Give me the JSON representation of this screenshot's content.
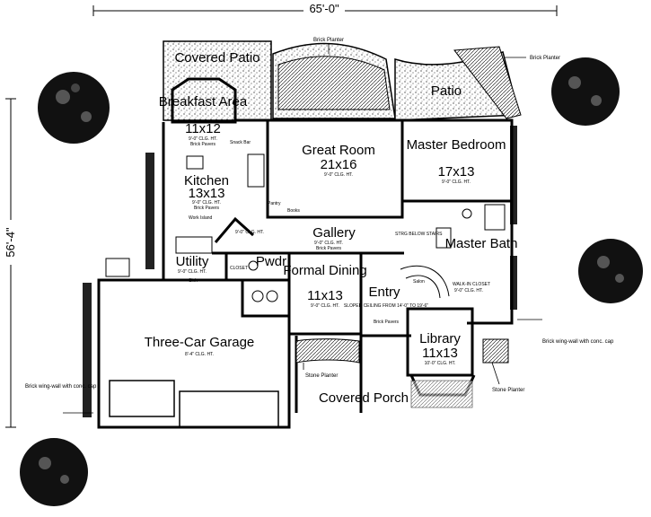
{
  "dimensions": {
    "width": "65'-0\"",
    "depth": "56'-4\""
  },
  "rooms": [
    {
      "id": "covered-patio-top",
      "name": "Covered Patio"
    },
    {
      "id": "patio",
      "name": "Patio"
    },
    {
      "id": "breakfast",
      "name": "Breakfast Area",
      "size": "11x12",
      "ceiling": "9'-0\" CLG. HT.",
      "floor": "Brick Pavers"
    },
    {
      "id": "kitchen",
      "name": "Kitchen",
      "size": "13x13",
      "ceiling": "9'-0\" CLG. HT.",
      "floor": "Brick Pavers"
    },
    {
      "id": "great-room",
      "name": "Great Room",
      "size": "21x16",
      "ceiling": "9'-0\" CLG. HT."
    },
    {
      "id": "master-bedroom",
      "name": "Master Bedroom",
      "size": "17x13",
      "ceiling": "9'-0\" CLG. HT."
    },
    {
      "id": "gallery",
      "name": "Gallery",
      "ceiling": "9'-0\" CLG. HT.",
      "floor": "Brick Pavers"
    },
    {
      "id": "master-bath",
      "name": "Master Bath"
    },
    {
      "id": "utility",
      "name": "Utility",
      "ceiling": "9'-0\" CLG. HT."
    },
    {
      "id": "pwdr",
      "name": "Pwdr"
    },
    {
      "id": "formal-dining",
      "name": "Formal Dining",
      "size": "11x13",
      "ceiling": "9'-0\" CLG. HT."
    },
    {
      "id": "entry",
      "name": "Entry",
      "ceiling": "SLOPED CEILING FROM 14'-0\" TO 19'-6\"",
      "floor": "Brick Pavers"
    },
    {
      "id": "library",
      "name": "Library",
      "size": "11x13",
      "ceiling": "10'-0\" CLG. HT."
    },
    {
      "id": "garage",
      "name": "Three-Car Garage",
      "ceiling": "8'-4\" CLG. HT."
    },
    {
      "id": "covered-porch",
      "name": "Covered Porch"
    }
  ],
  "annotations": {
    "brick_planter": "Brick Planter",
    "brick_planter_right": "Brick Planter",
    "snack_bar": "Snack Bar",
    "work_island": "Work Island",
    "pantry": "Pantry",
    "books": "Books",
    "stair_note": "STRG BELOW STAIRS",
    "walk_in_closet": "WALK-IN CLOSET",
    "walk_in_ceiling": "9'-0\" CLG. HT.",
    "closet": "CLOSET",
    "sink": "Sink",
    "hall_ceiling": "9'-0\" CLG. HT.",
    "stone_planter_left": "Stone Planter",
    "stone_planter_right": "Stone Planter",
    "wing_wall_left": "Brick wing-wall with conc. cap",
    "wing_wall_right": "Brick wing-wall with conc. cap",
    "salon": "Salon"
  }
}
